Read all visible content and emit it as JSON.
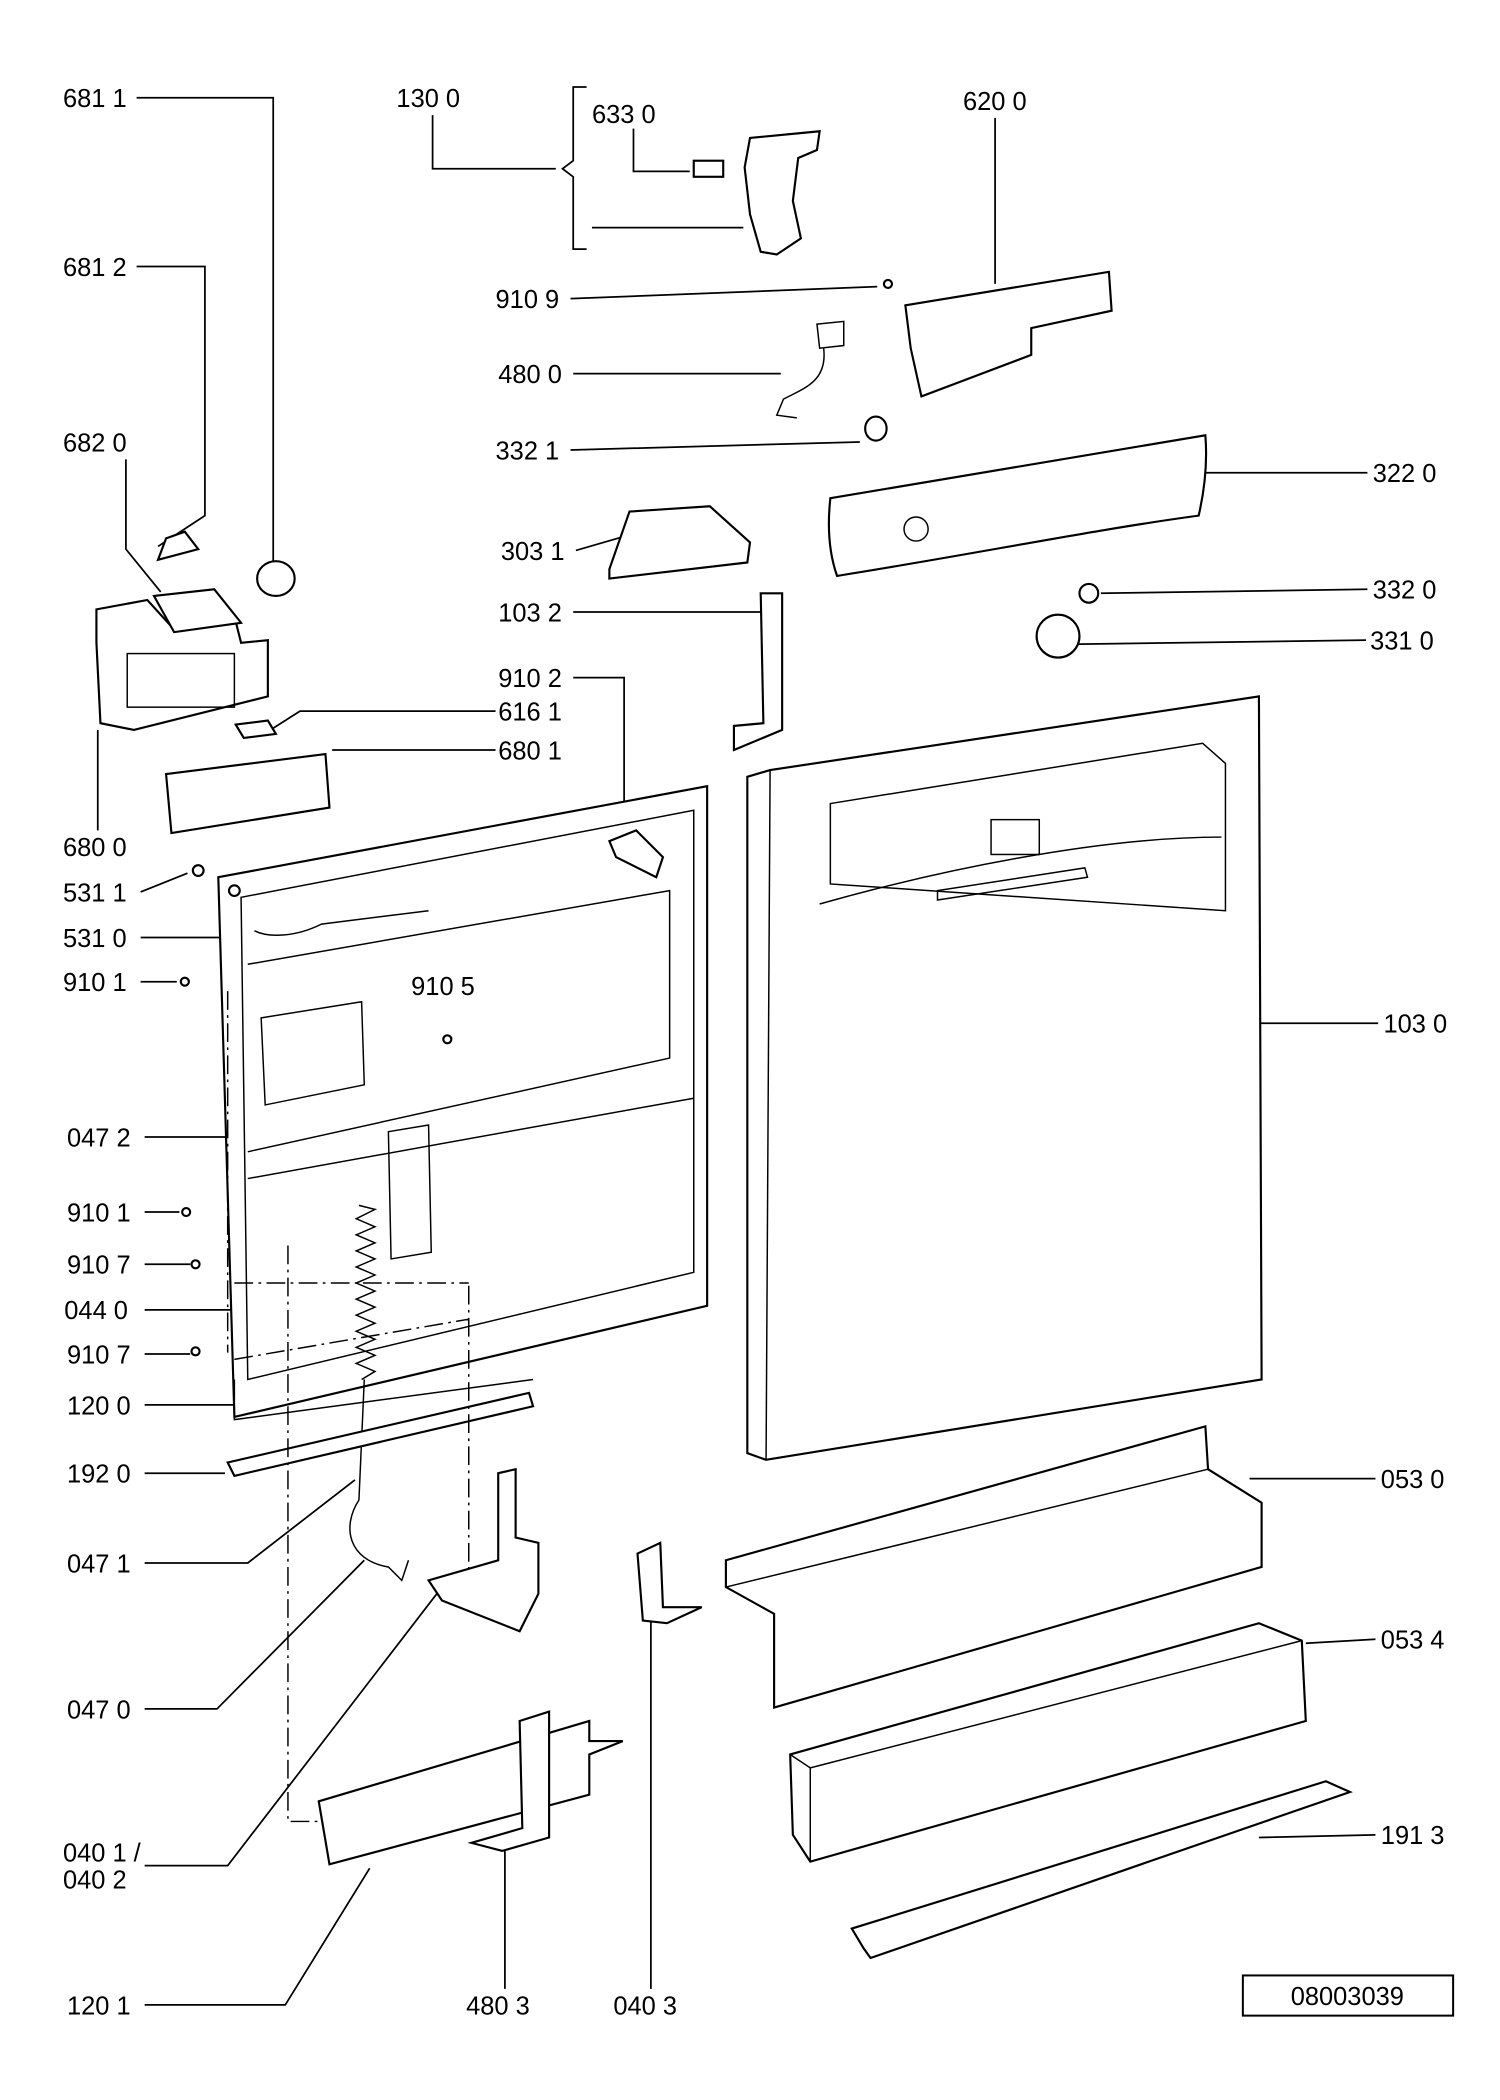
{
  "diagram": {
    "catalog_number": "08003039",
    "callouts": [
      "681 1",
      "130 0",
      "633 0",
      "620 0",
      "681 2",
      "910 9",
      "480 0",
      "332 1",
      "682 0",
      "322 0",
      "303 1",
      "103 2",
      "332 0",
      "331 0",
      "910 2",
      "616 1",
      "680 1",
      "680 0",
      "531 1",
      "531 0",
      "910 1",
      "910 5",
      "103 0",
      "047 2",
      "910 1",
      "910 7",
      "044 0",
      "910 7",
      "120 0",
      "192 0",
      "053 0",
      "047 1",
      "053 4",
      "047 0",
      "191 3",
      "040 1 /",
      "040 2",
      "120 1",
      "480 3",
      "040 3"
    ]
  }
}
